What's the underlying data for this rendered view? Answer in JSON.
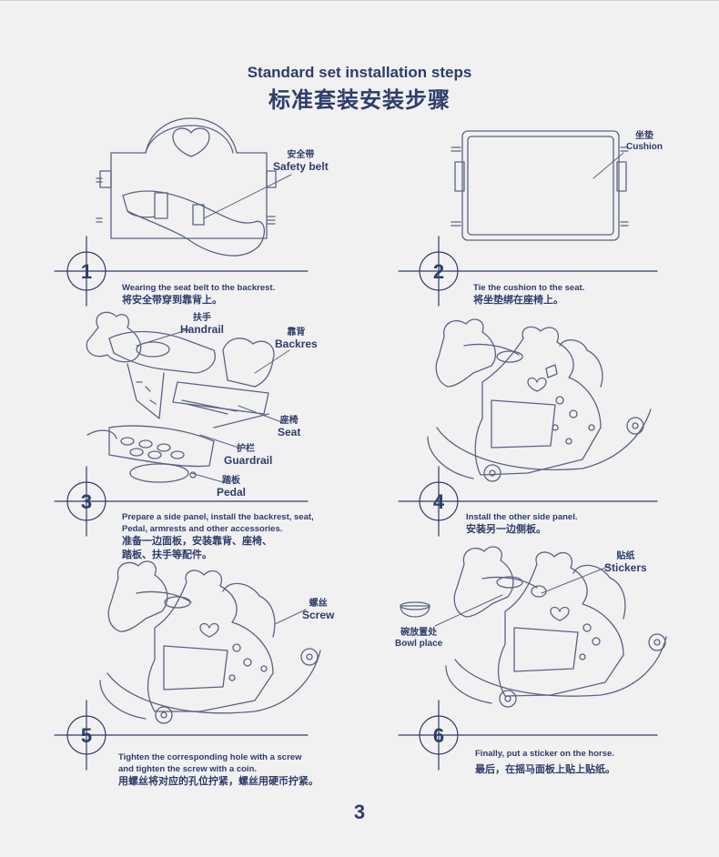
{
  "header": {
    "title_en": "Standard set installation steps",
    "title_zh": "标准套装安装步骤"
  },
  "steps": [
    {
      "number": "1",
      "desc_en": [
        "Wearing the seat belt to the backrest."
      ],
      "desc_zh": [
        "将安全带穿到靠背上。"
      ]
    },
    {
      "number": "2",
      "desc_en": [
        "Tie the cushion to the seat."
      ],
      "desc_zh": [
        "将坐垫绑在座椅上。"
      ]
    },
    {
      "number": "3",
      "desc_en": [
        "Prepare a side panel, install the backrest, seat,",
        "Pedal, armrests and other accessories."
      ],
      "desc_zh": [
        "准备一边面板，安装靠背、座椅、",
        "踏板、扶手等配件。"
      ]
    },
    {
      "number": "4",
      "desc_en": [
        "Install the other side panel."
      ],
      "desc_zh": [
        "安装另一边侧板。"
      ]
    },
    {
      "number": "5",
      "desc_en": [
        "Tighten the corresponding hole with a screw",
        "and tighten the screw with a coin."
      ],
      "desc_zh": [
        "用螺丝将对应的孔位拧紧，螺丝用硬币拧紧。"
      ]
    },
    {
      "number": "6",
      "desc_en": [
        "Finally, put a sticker on the horse."
      ],
      "desc_zh": [
        "最后，在摇马面板上贴上贴纸。"
      ]
    }
  ],
  "labels": {
    "safety_belt": {
      "zh": "安全带",
      "en": "Safety belt"
    },
    "cushion": {
      "zh": "坐垫",
      "en": "Cushion"
    },
    "handrail": {
      "zh": "扶手",
      "en": "Handrail"
    },
    "backrest": {
      "zh": "靠背",
      "en": "Backres"
    },
    "seat": {
      "zh": "座椅",
      "en": "Seat"
    },
    "guardrail": {
      "zh": "护栏",
      "en": "Guardrail"
    },
    "pedal": {
      "zh": "踏板",
      "en": "Pedal"
    },
    "screw": {
      "zh": "螺丝",
      "en": "Screw"
    },
    "stickers": {
      "zh": "贴纸",
      "en": "Stickers"
    },
    "bowl_place": {
      "zh": "碗放置处",
      "en": "Bowl place"
    }
  },
  "page_number": "3",
  "colors": {
    "ink": "#2e3d6b",
    "line": "#5a6484",
    "background": "#f1f1f1"
  }
}
